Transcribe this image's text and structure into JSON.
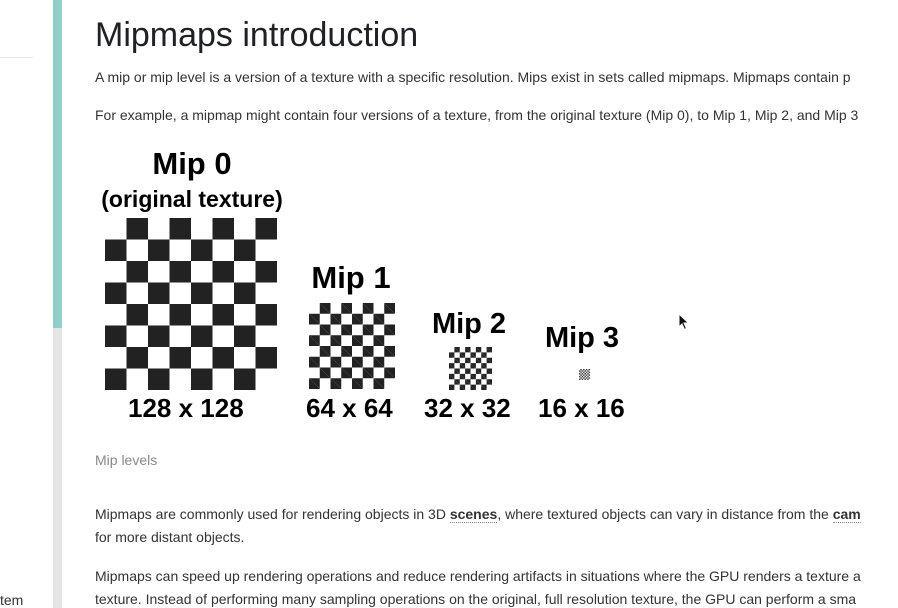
{
  "page": {
    "title": "Mipmaps introduction",
    "intro": "A mip or mip level is a version of a texture with a specific resolution. Mips exist in sets called mipmaps. Mipmaps contain p",
    "example": "For example, a mipmap might contain four versions of a texture, from the original texture (Mip 0), to Mip 1, Mip 2, and Mip 3"
  },
  "figure": {
    "mips": [
      {
        "title_line1": "Mip 0",
        "title_line2": "(original texture)",
        "size": "128 x 128"
      },
      {
        "title_line1": "Mip 1",
        "size": "64 x 64"
      },
      {
        "title_line1": "Mip 2",
        "size": "32 x 32"
      },
      {
        "title_line1": "Mip 3",
        "size": "16 x 16"
      }
    ],
    "caption": "Mip levels"
  },
  "body": {
    "p3_before": "Mipmaps are commonly used for rendering objects in 3D ",
    "p3_link1": "scenes",
    "p3_middle": ", where textured objects can vary in distance from the ",
    "p3_link2": "cam",
    "p3_line2": "for more distant objects.",
    "p4_line1": "Mipmaps can speed up rendering operations and reduce rendering artifacts in situations where the GPU renders a texture a",
    "p4_line2": "texture. Instead of performing many sampling operations on the original, full resolution texture, the GPU can perform a sma"
  },
  "sidebar": {
    "fragment": "tem"
  },
  "colors": {
    "scroll_thumb": "#8fcfc7",
    "checker_dark": "#222222"
  }
}
